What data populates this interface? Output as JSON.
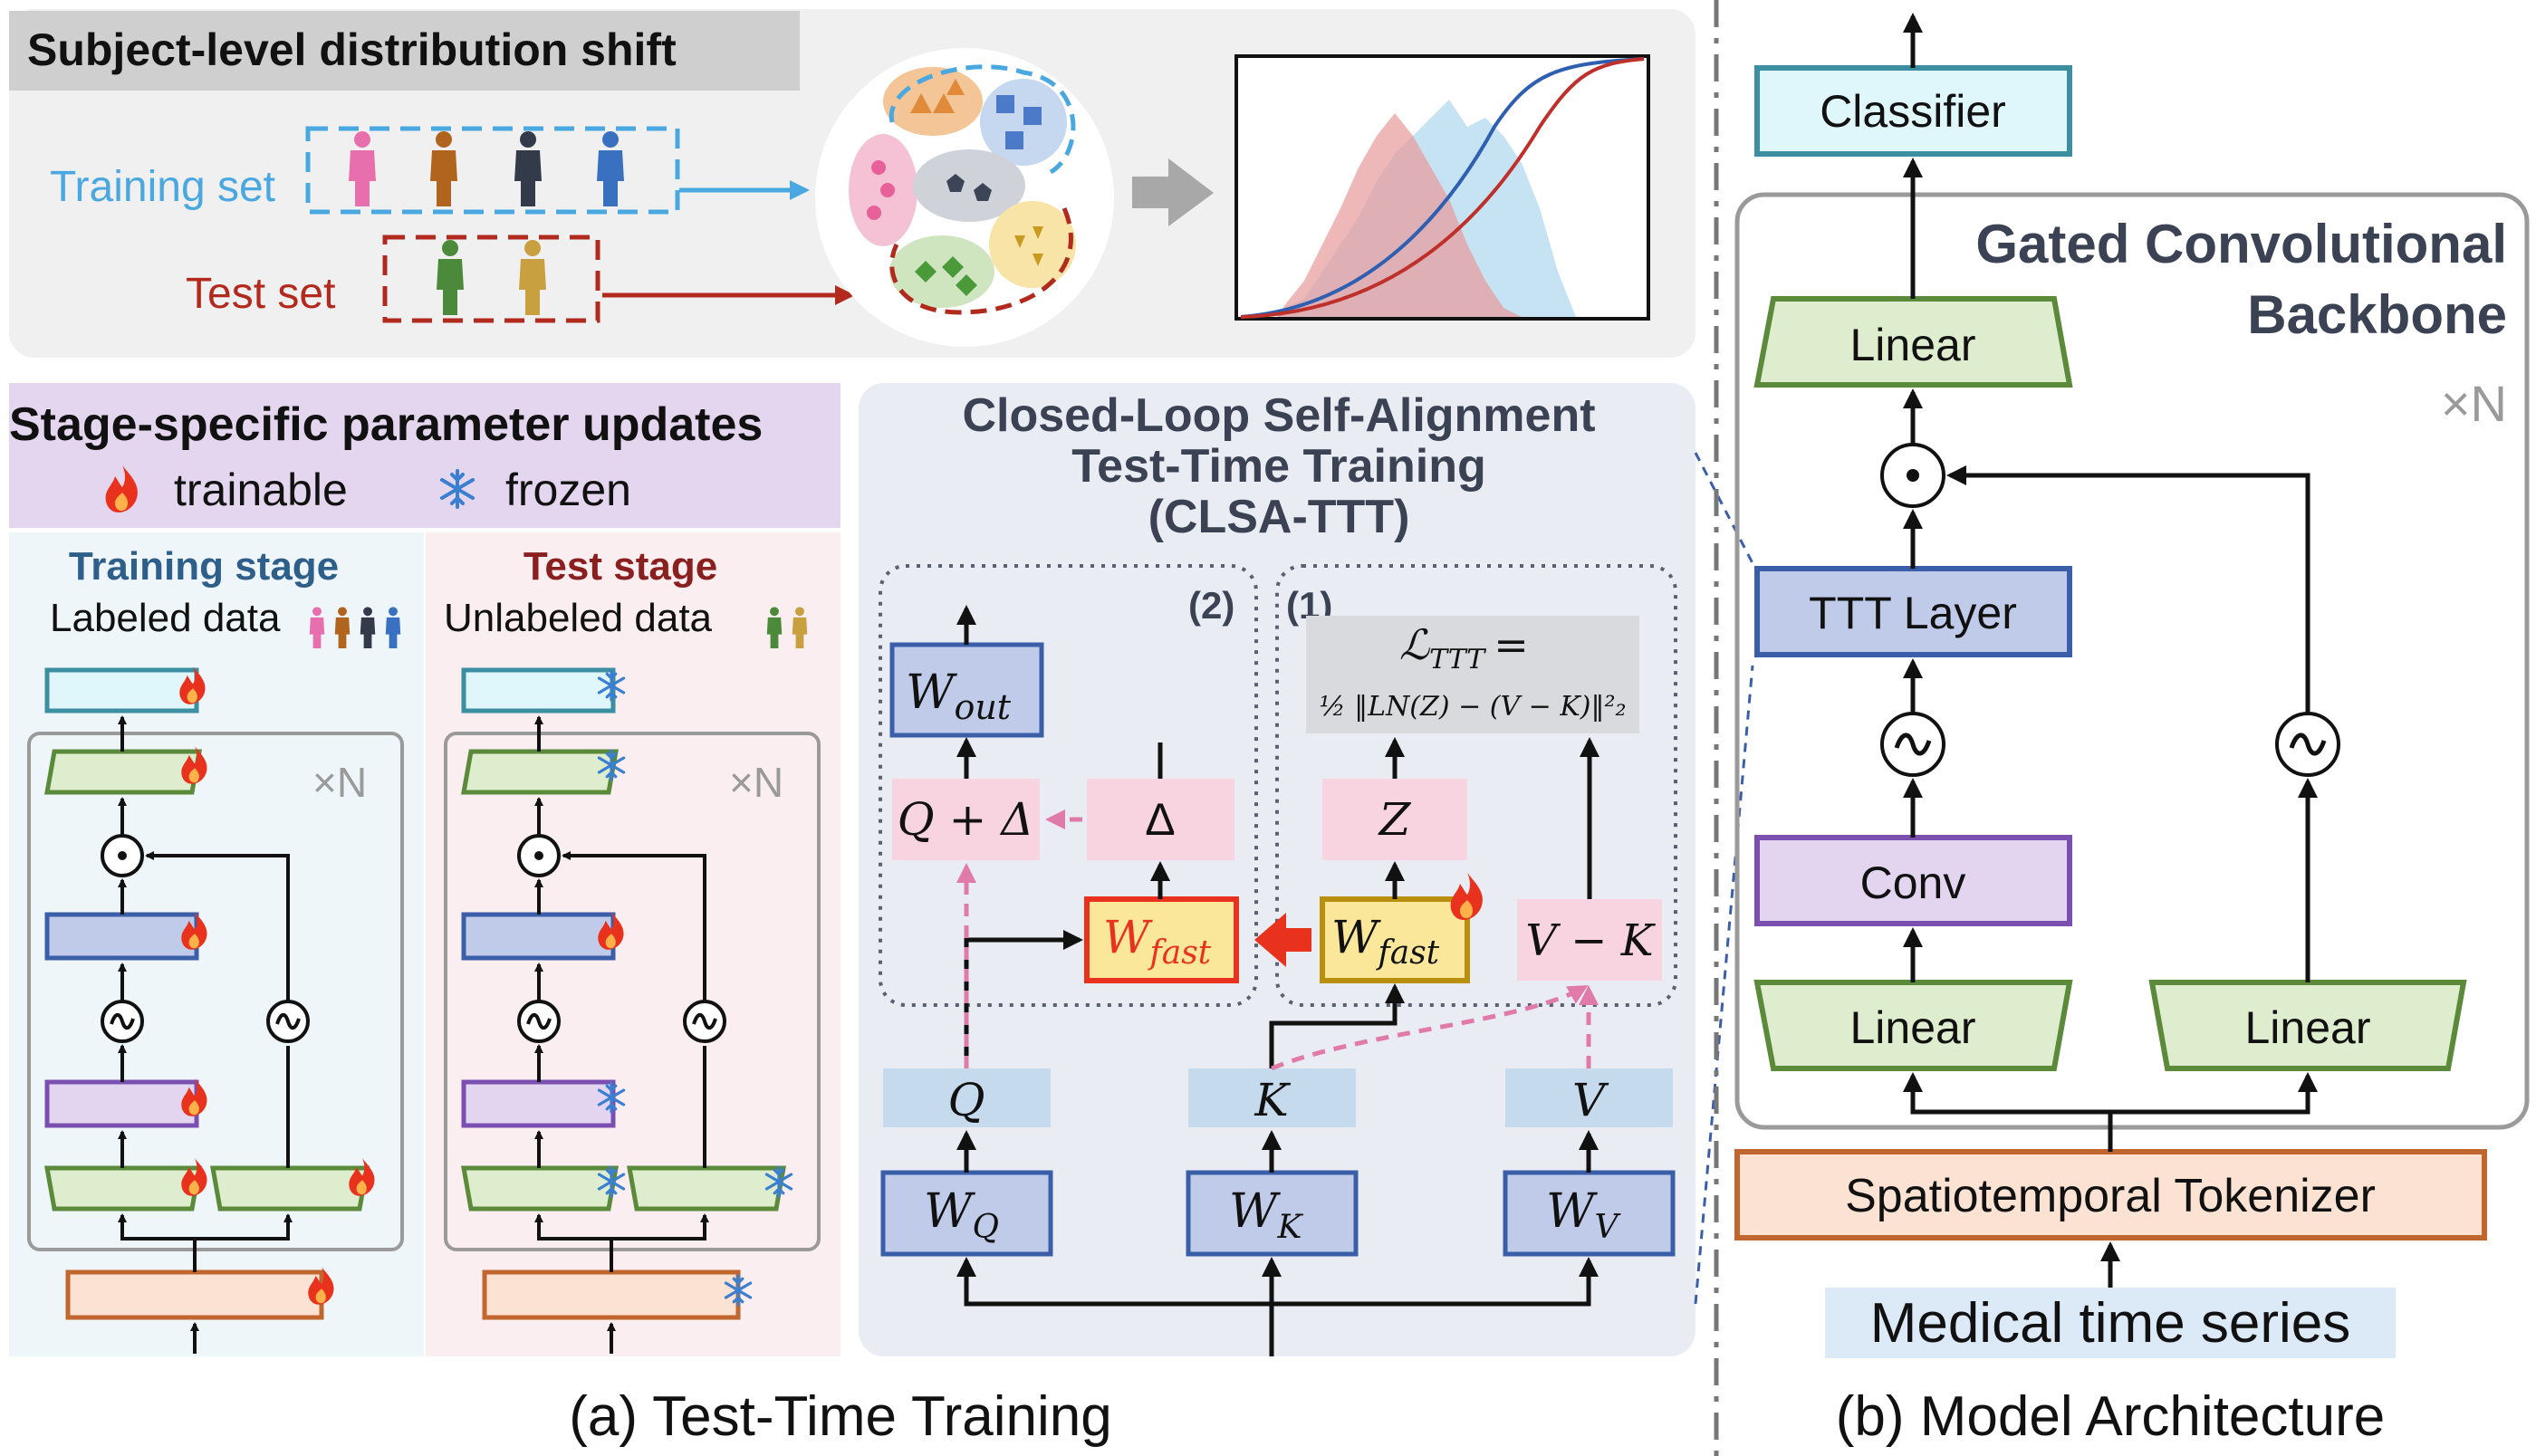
{
  "top": {
    "title": "Subject-level distribution shift",
    "training_set": "Training set",
    "test_set": "Test set"
  },
  "stage_panel": {
    "title": "Stage-specific parameter updates",
    "trainable": "trainable",
    "frozen": "frozen",
    "training_stage": "Training stage",
    "labeled_data": "Labeled data",
    "test_stage": "Test stage",
    "unlabeled_data": "Unlabeled data",
    "repeat": "×N"
  },
  "clsa": {
    "title_line1": "Closed-Loop Self-Alignment",
    "title_line2": "Test-Time Training",
    "title_line3": "(CLSA-TTT)",
    "group2": "(2)",
    "group1": "(1)",
    "w_out": "W",
    "w_out_sub": "out",
    "q_plus_delta": "Q + Δ",
    "delta": "Δ",
    "w_fast": "W",
    "w_fast_sub": "fast",
    "z": "Z",
    "v_minus_k": "V − K",
    "loss_name": "ℒ",
    "loss_sub": "TTT",
    "loss_eq": "=",
    "loss_formula": "½ ‖LN(Z) − (V − K)‖²₂",
    "q": "Q",
    "k": "K",
    "v": "V",
    "wq": "W",
    "wq_sub": "Q",
    "wk": "W",
    "wk_sub": "K",
    "wv": "W",
    "wv_sub": "V"
  },
  "arch": {
    "classifier": "Classifier",
    "backbone_line1": "Gated Convolutional",
    "backbone_line2": "Backbone",
    "repeat": "×N",
    "linear": "Linear",
    "ttt_layer": "TTT Layer",
    "conv": "Conv",
    "tokenizer": "Spatiotemporal Tokenizer",
    "input": "Medical time series"
  },
  "captions": {
    "left": "(a) Test-Time Training",
    "right": "(b) Model Architecture"
  },
  "icons": {
    "flame": "flame-icon",
    "snowflake": "snowflake-icon",
    "person": "person-icon"
  },
  "colors": {
    "blue_text": "#4aa8e0",
    "red_text": "#b22a1e",
    "teal_box": "#3b8fa0",
    "green_box": "#5a8a3a",
    "blue_box": "#3a5fa8",
    "purple_box": "#7b4fb0",
    "orange_box": "#c0662e",
    "pink_box": "#f7d4e0",
    "yellow_box": "#fbe79a",
    "red_accent": "#e8321e"
  }
}
